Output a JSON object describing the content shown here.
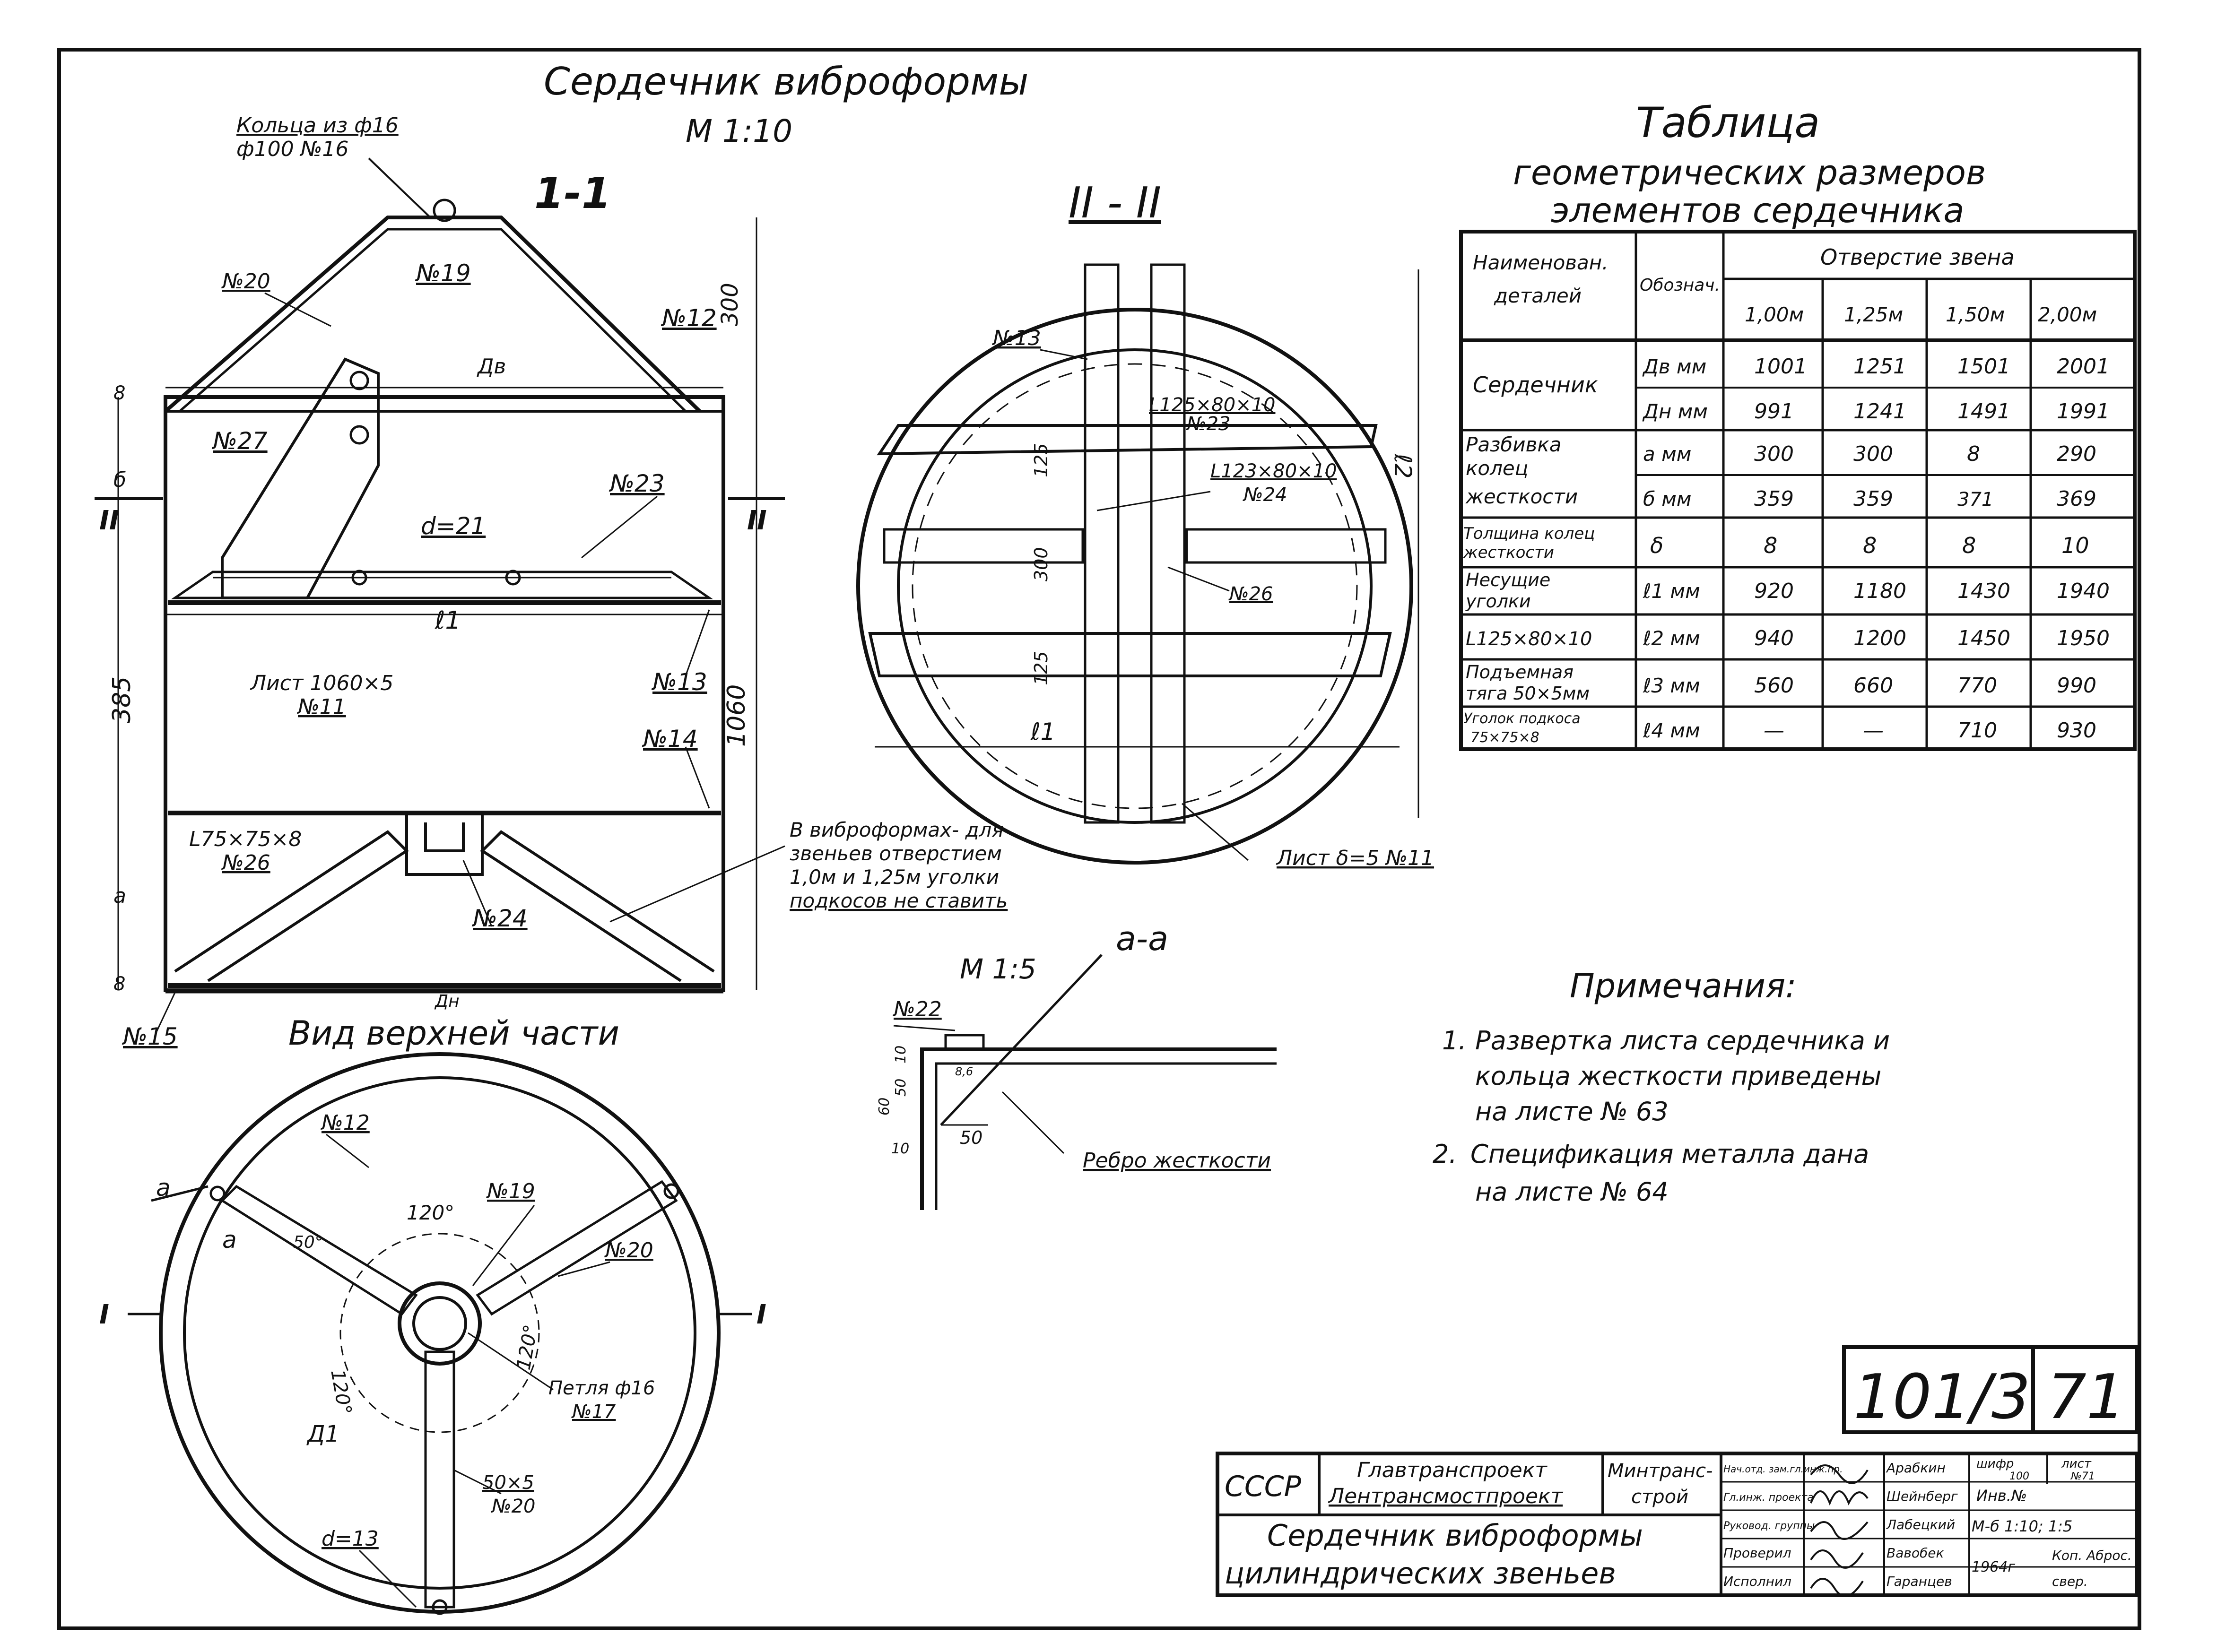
{
  "title": "Сердечник виброформы",
  "scale_main": "М 1:10",
  "section_1_1": "1-1",
  "section_2_2": "II - II",
  "view_top": "Вид верхней части",
  "ring_label": [
    "Кольца из ф16",
    "ф100 №16"
  ],
  "labels_main": {
    "n20": "№20",
    "n19": "№19",
    "n12": "№12",
    "n27": "№27",
    "n23": "№23",
    "d21": "d=21",
    "dv": "Дв",
    "l1": "ℓ1",
    "sheet": "Лист 1060×5",
    "n11": "№11",
    "n13": "№13",
    "n14": "№14",
    "angle26": "L75×75×8",
    "n26": "№26",
    "n24": "№24",
    "n15": "№15",
    "dn": "Дн",
    "dim_300": "300",
    "dim_1060": "1060",
    "dim_385": "385",
    "dim_8a": "8",
    "dim_b": "б",
    "dim_a": "а",
    "dim_8b": "8",
    "sec_ii_left": "II",
    "sec_ii_right": "II"
  },
  "labels_section2": {
    "n13": "№13",
    "angle23": "L125×80×10",
    "n23": "№23",
    "angle24": "L123×80×10",
    "n24": "№24",
    "n26": "№26",
    "dim_125a": "125",
    "dim_300": "300",
    "dim_125b": "125",
    "l1": "ℓ1",
    "l2": "ℓ2",
    "sheet": "Лист δ=5 №11"
  },
  "note_angles": [
    "В виброформах- для",
    "звеньев отверстием",
    "1,0м и 1,25м уголки",
    "подкосов не ставить"
  ],
  "detail": {
    "scale": "М 1:5",
    "section": "а-а",
    "n22": "№22",
    "rib": "Ребро жесткости",
    "dims": [
      "10",
      "50",
      "60",
      "10",
      "50"
    ],
    "small": "8,6"
  },
  "labels_top": {
    "n12": "№12",
    "n19": "№19",
    "n20": "№20",
    "angle120a": "120°",
    "angle120b": "120°",
    "angle120c": "120°",
    "angle50": "50°",
    "loop": [
      "Петля ф16",
      "№17"
    ],
    "d1": "Д1",
    "strip": "50×5",
    "n20b": "№20",
    "d13": "d=13",
    "sec_i_left": "I",
    "sec_i_right": "I",
    "a_top": "а",
    "a_bot": "а"
  },
  "table": {
    "title": [
      "Таблица",
      "геометрических размеров",
      "элементов сердечника"
    ],
    "head_name": [
      "Наименован.",
      "деталей"
    ],
    "head_sym": "Обознач.",
    "head_group": "Отверстие звена",
    "head_cols": [
      "1,00м",
      "1,25м",
      "1,50м",
      "2,00м"
    ],
    "rows": [
      {
        "name": [
          "Сердечник"
        ],
        "sub": [
          {
            "sym": "Дв мм",
            "vals": [
              "1001",
              "1251",
              "1501",
              "2001"
            ]
          },
          {
            "sym": "Дн мм",
            "vals": [
              "991",
              "1241",
              "1491",
              "1991"
            ]
          }
        ]
      },
      {
        "name": [
          "Разбивка",
          "колец",
          "жесткости"
        ],
        "sub": [
          {
            "sym": "а мм",
            "vals": [
              "300",
              "300",
              "8",
              "290"
            ]
          },
          {
            "sym": "б мм",
            "vals": [
              "359",
              "359",
              "371",
              "369"
            ]
          }
        ]
      },
      {
        "name": [
          "Толщина колец",
          "жесткости"
        ],
        "sub": [
          {
            "sym": "δ",
            "vals": [
              "8",
              "8",
              "8",
              "10"
            ]
          }
        ]
      },
      {
        "name": [
          "Несущие",
          "уголки"
        ],
        "sub": [
          {
            "sym": "ℓ1 мм",
            "vals": [
              "920",
              "1180",
              "1430",
              "1940"
            ]
          }
        ]
      },
      {
        "name": [
          "L125×80×10"
        ],
        "sub": [
          {
            "sym": "ℓ2 мм",
            "vals": [
              "940",
              "1200",
              "1450",
              "1950"
            ]
          }
        ]
      },
      {
        "name": [
          "Подъемная",
          "тяга 50×5мм"
        ],
        "sub": [
          {
            "sym": "ℓ3 мм",
            "vals": [
              "560",
              "660",
              "770",
              "990"
            ]
          }
        ]
      },
      {
        "name": [
          "Уголок подкоса",
          "75×75×8"
        ],
        "sub": [
          {
            "sym": "ℓ4 мм",
            "vals": [
              "—",
              "—",
              "710",
              "930"
            ]
          }
        ]
      }
    ]
  },
  "notes": {
    "title": "Примечания:",
    "items": [
      {
        "num": "1.",
        "lines": [
          "Развертка листа сердечника и",
          "кольца жесткости приведены",
          "на листе № 63"
        ]
      },
      {
        "num": "2.",
        "lines": [
          "Спецификация металла дана",
          "на листе № 64"
        ]
      }
    ]
  },
  "sheet_code": "101/3",
  "sheet_no": "71",
  "stamp": {
    "ussr": "СССР",
    "org": [
      "Главтранспроект",
      "Лентрансмостпроект"
    ],
    "ministry": [
      "Минтранс-",
      "строй"
    ],
    "drawing": [
      "Сердечник виброформы",
      "цилиндрических звеньев"
    ],
    "roles": [
      "Нач.отд. зам.гл.инж.пр.",
      "Гл.инж. проекта",
      "Руковод. группы",
      "Проверил",
      "Исполнил"
    ],
    "names": [
      "Арабкин",
      "Шейнберг",
      "Лабецкий",
      "Вавобек",
      "Гаранцев"
    ],
    "code_label": "шифр",
    "code_value": "Инв.№",
    "code_cell": "100",
    "sheet_label": "лист",
    "sheet_value": "№71",
    "scale": "М-б 1:10; 1:5",
    "year": "1964г",
    "copy": [
      "Коп. Аброс.",
      "свер."
    ]
  }
}
